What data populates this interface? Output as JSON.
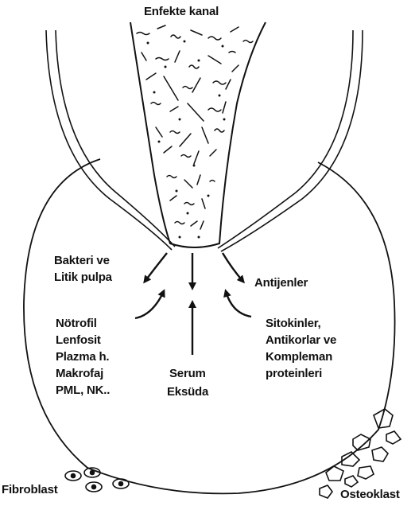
{
  "labels": {
    "canal_title": "Enfekte kanal",
    "bacteria_line1": "Bakteri ve",
    "bacteria_line2": "Litik pulpa",
    "antigens": "Antijenler",
    "cells_line1": "Nötrofil",
    "cells_line2": "Lenfosit",
    "cells_line3": "Plazma h.",
    "cells_line4": "Makrofaj",
    "cells_line5": "PML, NK..",
    "serum_line1": "Serum",
    "serum_line2": "Eksüda",
    "cytokines_line1": "Sitokinler,",
    "cytokines_line2": "Antikorlar ve",
    "cytokines_line3": "Kompleman",
    "cytokines_line4": "proteinleri",
    "fibroblast": "Fibroblast",
    "osteoclast": "Osteoklast"
  },
  "colors": {
    "ink": "#111111",
    "background": "#ffffff"
  }
}
